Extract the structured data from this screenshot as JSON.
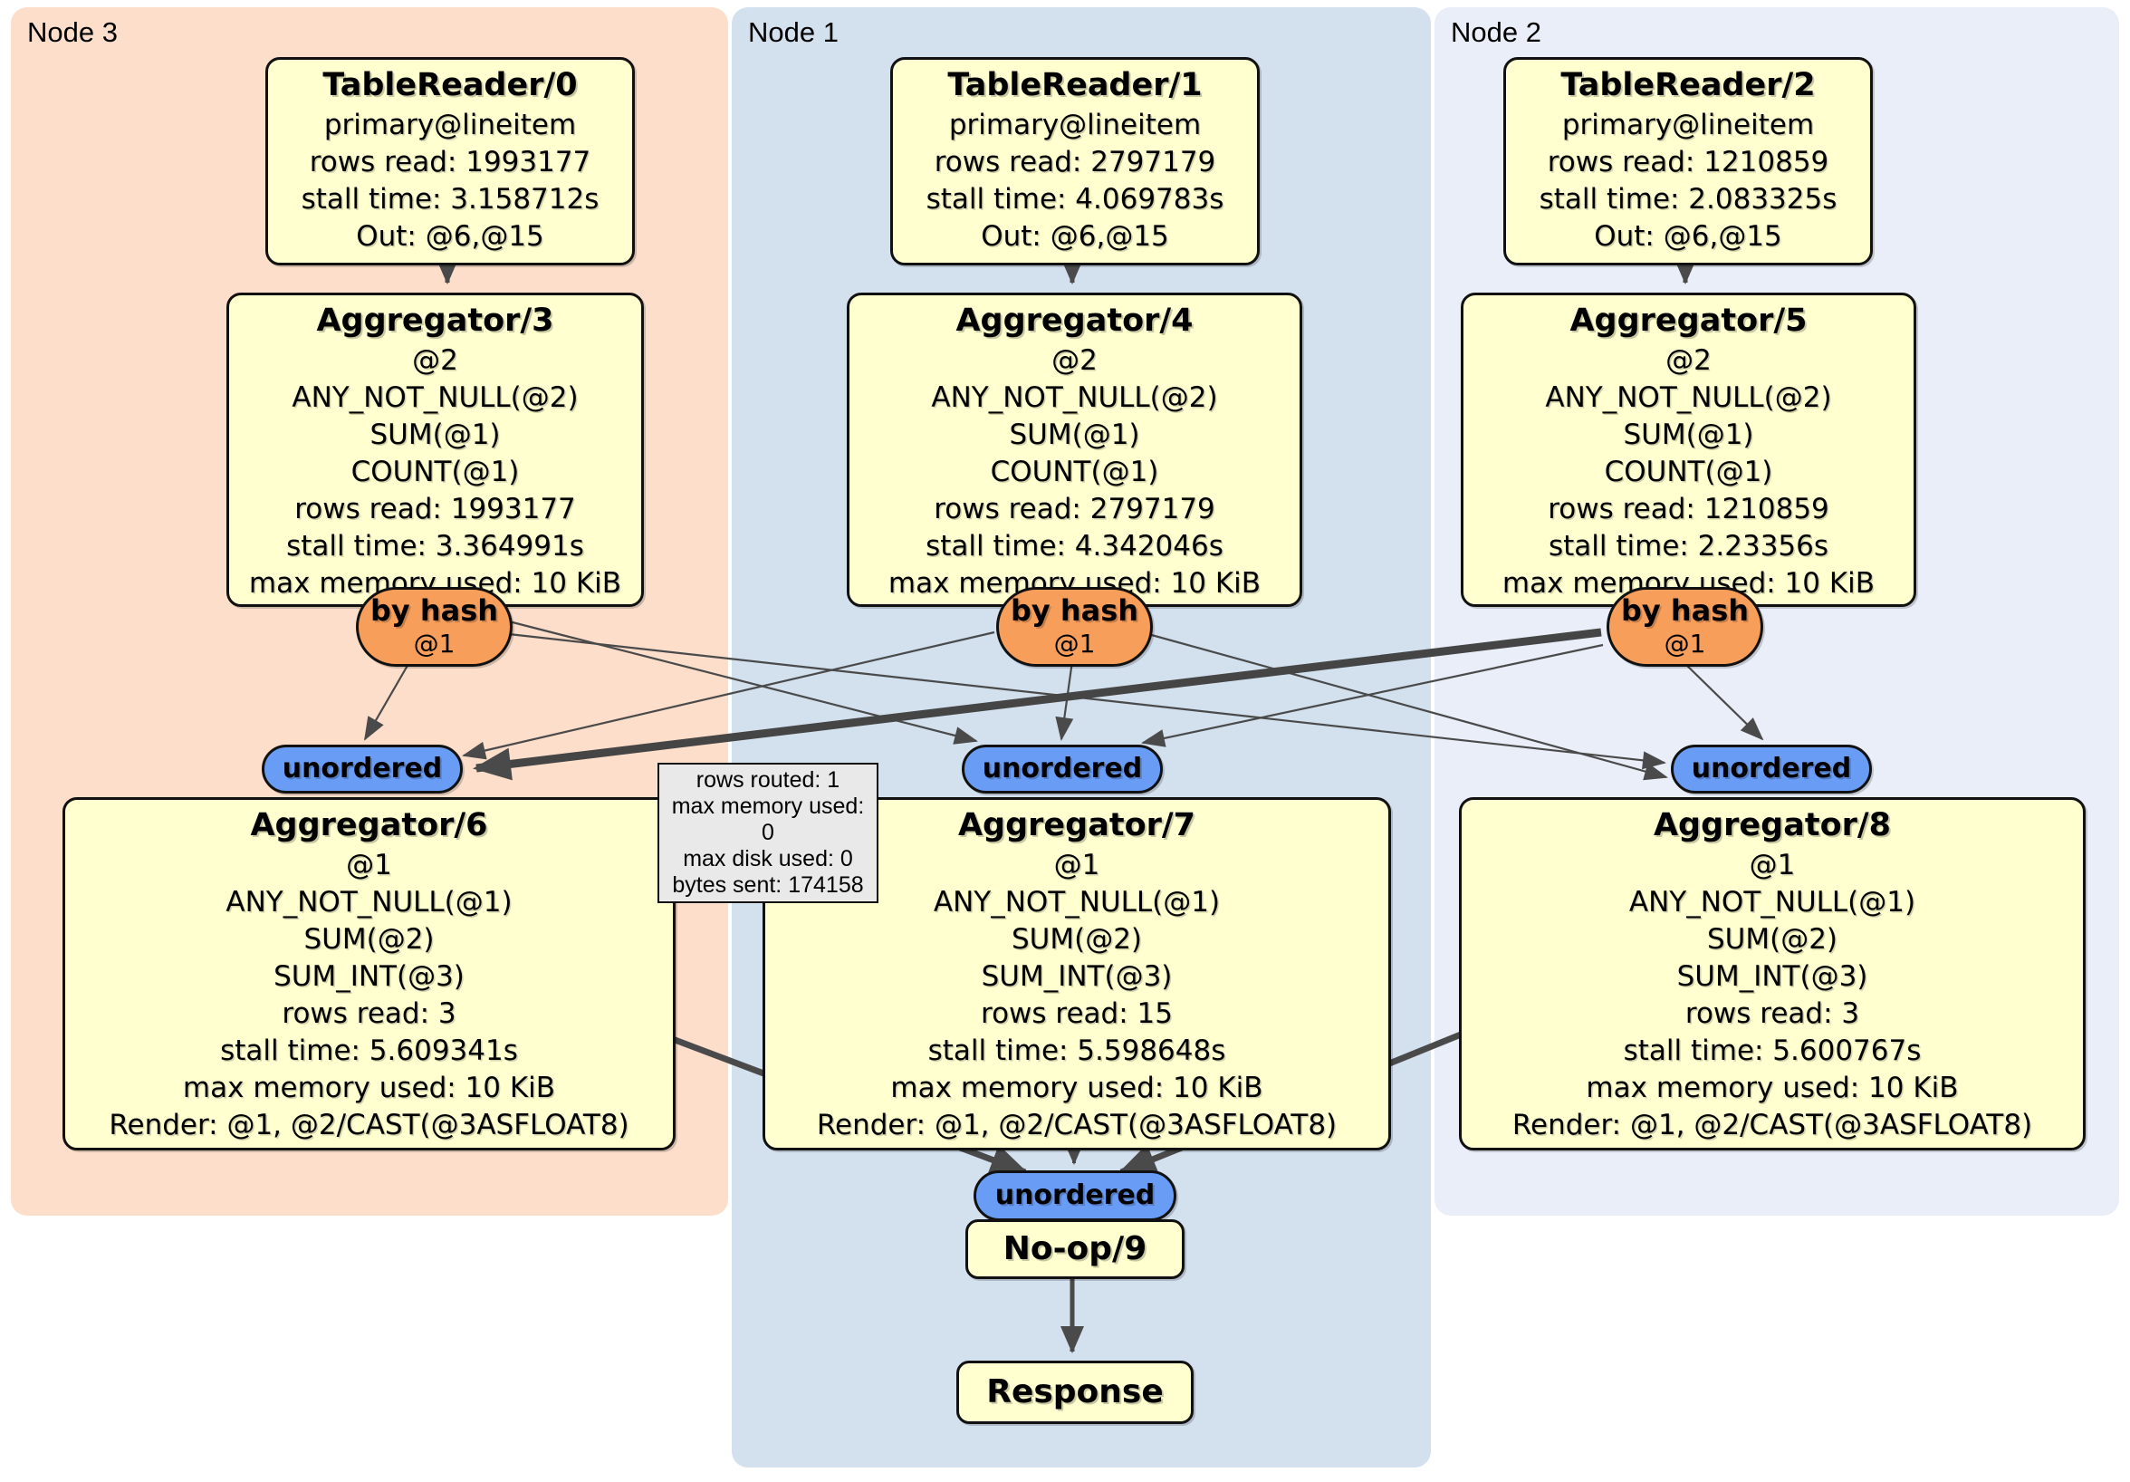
{
  "nodes": [
    {
      "label": "Node 3",
      "tr": {
        "title": "TableReader/0",
        "lines": [
          "primary@lineitem",
          "rows read: 1993177",
          "stall time: 3.158712s",
          "Out: @6,@15"
        ]
      },
      "agg1": {
        "title": "Aggregator/3",
        "lines": [
          "@2",
          "ANY_NOT_NULL(@2)",
          "SUM(@1)",
          "COUNT(@1)",
          "rows read: 1993177",
          "stall time: 3.364991s",
          "max memory used: 10 KiB"
        ]
      },
      "router": {
        "label": "by hash",
        "key": "@1"
      },
      "sync": "unordered",
      "agg2": {
        "title": "Aggregator/6",
        "lines": [
          "@1",
          "ANY_NOT_NULL(@1)",
          "SUM(@2)",
          "SUM_INT(@3)",
          "rows read: 3",
          "stall time: 5.609341s",
          "max memory used: 10 KiB",
          "Render: @1, @2/CAST(@3ASFLOAT8)"
        ]
      }
    },
    {
      "label": "Node 1",
      "tr": {
        "title": "TableReader/1",
        "lines": [
          "primary@lineitem",
          "rows read: 2797179",
          "stall time: 4.069783s",
          "Out: @6,@15"
        ]
      },
      "agg1": {
        "title": "Aggregator/4",
        "lines": [
          "@2",
          "ANY_NOT_NULL(@2)",
          "SUM(@1)",
          "COUNT(@1)",
          "rows read: 2797179",
          "stall time: 4.342046s",
          "max memory used: 10 KiB"
        ]
      },
      "router": {
        "label": "by hash",
        "key": "@1"
      },
      "sync": "unordered",
      "agg2": {
        "title": "Aggregator/7",
        "lines": [
          "@1",
          "ANY_NOT_NULL(@1)",
          "SUM(@2)",
          "SUM_INT(@3)",
          "rows read: 15",
          "stall time: 5.598648s",
          "max memory used: 10 KiB",
          "Render: @1, @2/CAST(@3ASFLOAT8)"
        ]
      }
    },
    {
      "label": "Node 2",
      "tr": {
        "title": "TableReader/2",
        "lines": [
          "primary@lineitem",
          "rows read: 1210859",
          "stall time: 2.083325s",
          "Out: @6,@15"
        ]
      },
      "agg1": {
        "title": "Aggregator/5",
        "lines": [
          "@2",
          "ANY_NOT_NULL(@2)",
          "SUM(@1)",
          "COUNT(@1)",
          "rows read: 1210859",
          "stall time: 2.23356s",
          "max memory used: 10 KiB"
        ]
      },
      "router": {
        "label": "by hash",
        "key": "@1"
      },
      "sync": "unordered",
      "agg2": {
        "title": "Aggregator/8",
        "lines": [
          "@1",
          "ANY_NOT_NULL(@1)",
          "SUM(@2)",
          "SUM_INT(@3)",
          "rows read: 3",
          "stall time: 5.600767s",
          "max memory used: 10 KiB",
          "Render: @1, @2/CAST(@3ASFLOAT8)"
        ]
      }
    }
  ],
  "bottom": {
    "sync": "unordered",
    "noop": "No-op/9",
    "response": "Response"
  },
  "tooltip": {
    "lines": [
      "rows routed: 1",
      "max memory used: 0",
      "max disk used: 0",
      "bytes sent: 174158"
    ]
  },
  "colors": {
    "node3_bg": "#fcdecb",
    "node1_bg": "#d3e0ee",
    "node2_bg": "#e9eef8",
    "box_bg": "#ffffcf",
    "router_bg": "#f89e5b",
    "sync_bg": "#699cf5",
    "tooltip_bg": "#e9e9e9",
    "edge": "#4a4a4a"
  }
}
